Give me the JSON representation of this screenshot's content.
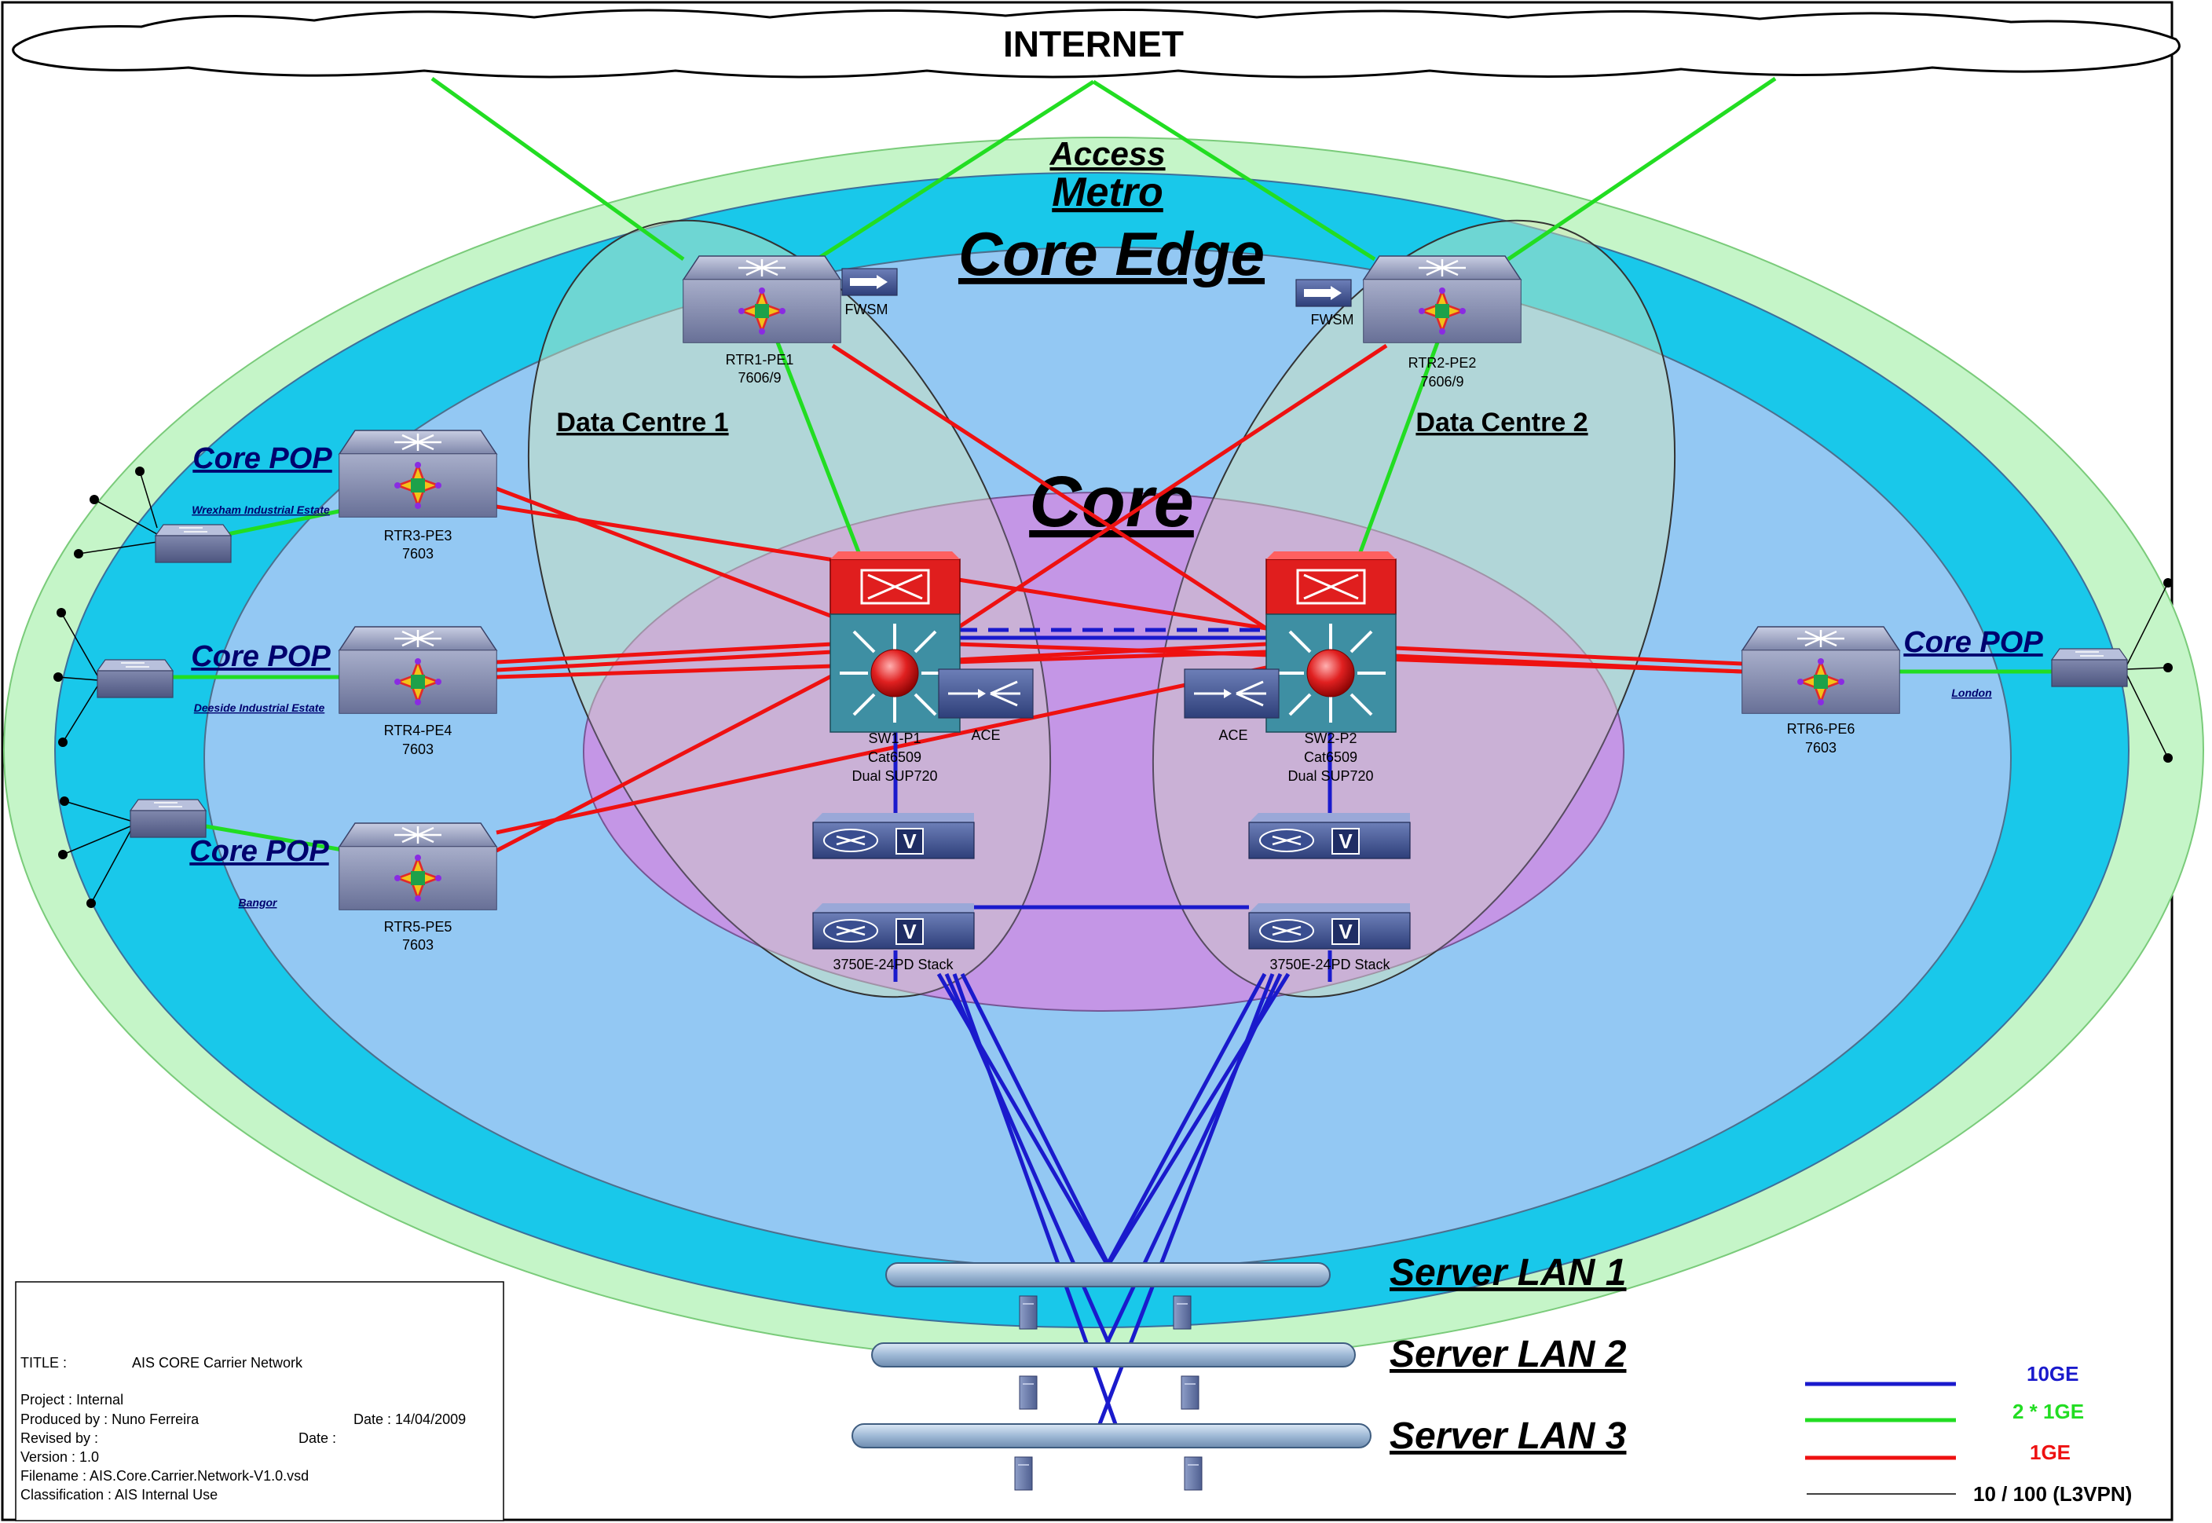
{
  "internet": {
    "label": "INTERNET"
  },
  "zones": {
    "access": "Access",
    "metro": "Metro",
    "core_edge": "Core Edge",
    "core": "Core",
    "dc1": "Data Centre 1",
    "dc2": "Data Centre 2"
  },
  "devices": {
    "rtr1": {
      "name": "RTR1-PE1",
      "model": "7606/9"
    },
    "rtr2": {
      "name": "RTR2-PE2",
      "model": "7606/9"
    },
    "rtr3": {
      "name": "RTR3-PE3",
      "model": "7603"
    },
    "rtr4": {
      "name": "RTR4-PE4",
      "model": "7603"
    },
    "rtr5": {
      "name": "RTR5-PE5",
      "model": "7603"
    },
    "rtr6": {
      "name": "RTR6-PE6",
      "model": "7603"
    },
    "sw1": {
      "name": "SW1-P1",
      "model": "Cat6509",
      "sup": "Dual SUP720"
    },
    "sw2": {
      "name": "SW2-P2",
      "model": "Cat6509",
      "sup": "Dual SUP720"
    },
    "fwsm1": "FWSM",
    "fwsm2": "FWSM",
    "ace1": "ACE",
    "ace2": "ACE",
    "stack1": "3750E-24PD Stack",
    "stack2": "3750E-24PD Stack"
  },
  "pops": {
    "wrexham": {
      "title": "Core POP",
      "site": "Wrexham Industrial Estate"
    },
    "deeside": {
      "title": "Core POP",
      "site": "Deeside Industrial Estate"
    },
    "bangor": {
      "title": "Core POP",
      "site": "Bangor"
    },
    "london": {
      "title": "Core POP",
      "site": "London"
    }
  },
  "server_lans": [
    "Server LAN 1",
    "Server LAN 2",
    "Server LAN 3"
  ],
  "legend": [
    {
      "label": "10GE",
      "color": "#1a1acc"
    },
    {
      "label": "2 * 1GE",
      "color": "#22dd22"
    },
    {
      "label": "1GE",
      "color": "#ee1111"
    },
    {
      "label": "10 / 100  (L3VPN)",
      "color": "#000000"
    }
  ],
  "title_block": {
    "title_key": "TITLE    :",
    "title_val": "AIS CORE Carrier Network",
    "project": "Project :   Internal",
    "produced_by": "Produced by     :   Nuno Ferreira",
    "produced_date": "Date  : 14/04/2009",
    "revised_by": "Revised by        :",
    "revised_date": "Date  :",
    "version": "Version                           : 1.0",
    "filename": "Filename           :   AIS.Core.Carrier.Network-V1.0.vsd",
    "classification": "Classification     :   AIS Internal Use"
  }
}
